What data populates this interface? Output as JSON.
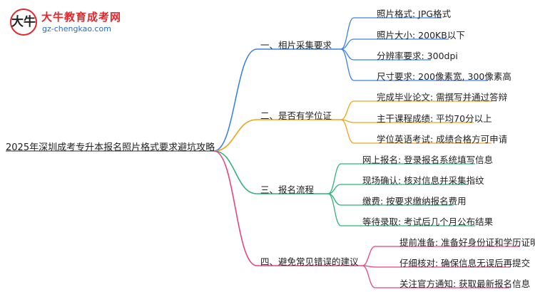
{
  "logo": {
    "mark": "大牛",
    "title": "大牛教育成考网",
    "url": "gz-chengkao.com"
  },
  "root": "2025年深圳成考专升本报名照片格式要求避坑攻略",
  "branches": [
    {
      "label": "一、相片采集要求",
      "color": "#3b82e6",
      "leaves": [
        "照片格式: JPG格式",
        "照片大小: 200KB以下",
        "分辨率要求: 300dpi",
        "尺寸要求: 200像素宽, 300像素高"
      ]
    },
    {
      "label": "二、是否有学位证",
      "color": "#f0a31a",
      "leaves": [
        "完成毕业论文: 需撰写并通过答辩",
        "主干课程成绩: 平均70分以上",
        "学位英语考试: 成绩合格方可申请"
      ]
    },
    {
      "label": "三、报名流程",
      "color": "#2fb37a",
      "leaves": [
        "网上报名: 登录报名系统填写信息",
        "现场确认: 核对信息并采集指纹",
        "缴费: 按要求缴纳报名费用",
        "等待录取: 考试后几个月公布结果"
      ]
    },
    {
      "label": "四、避免常见错误的建议",
      "color": "#e8457a",
      "leaves": [
        "提前准备: 准备好身份证和学历证明",
        "仔细核对: 确保信息无误后再提交",
        "关注官方通知: 获取最新报名信息"
      ]
    }
  ]
}
